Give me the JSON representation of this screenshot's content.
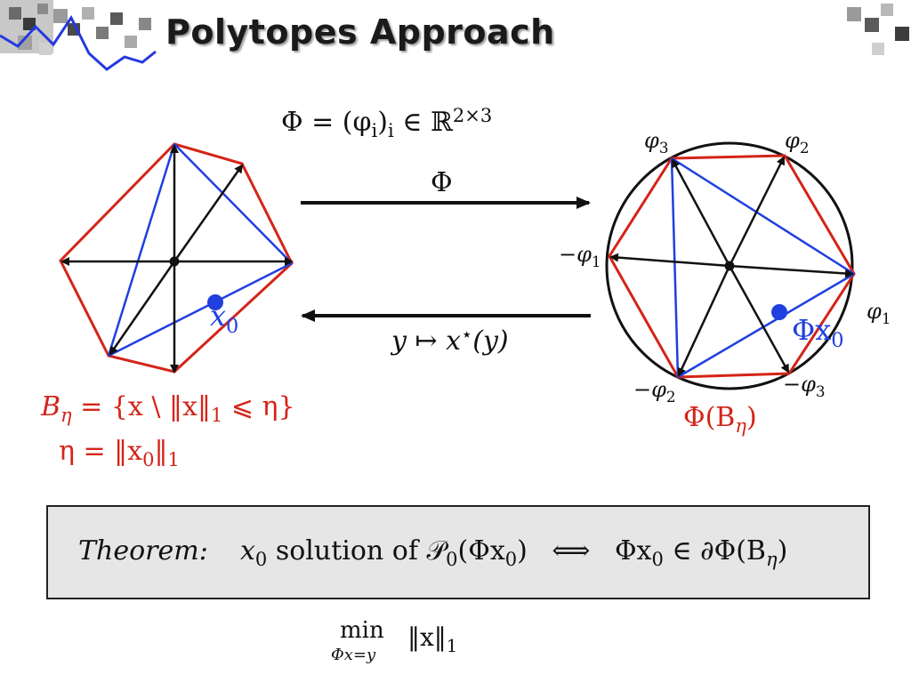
{
  "slide": {
    "title": "Polytopes Approach"
  },
  "labels": {
    "phi_definition": "Φ = (φ",
    "phi_def_sub_i": "i",
    "phi_def_mid": ")",
    "phi_def_sub_i2": "i",
    "phi_def_in": " ∈ ℝ",
    "phi_def_sup": "2×3",
    "arrow_forward": "Φ",
    "arrow_backward_a": "y ↦ x",
    "arrow_backward_star": "⋆",
    "arrow_backward_b": "(y)",
    "x0_main": "x",
    "x0_sub": "0",
    "ball_def_a": "B",
    "ball_def_sub": "η",
    "ball_def_b": " = {x \\ ‖x‖",
    "ball_def_sub1": "1",
    "ball_def_c": " ⩽ η}",
    "eta_def_a": "η = ‖x",
    "eta_def_sub0": "0",
    "eta_def_b": "‖",
    "eta_def_sub1": "1",
    "phi3": "φ",
    "phi3_sub": "3",
    "phi2": "φ",
    "phi2_sub": "2",
    "minus_phi1": "−φ",
    "minus_phi1_sub": "1",
    "phi1": "φ",
    "phi1_sub": "1",
    "phi_x0_a": "Φx",
    "phi_x0_sub": "0",
    "minus_phi2": "−φ",
    "minus_phi2_sub": "2",
    "minus_phi3": "−φ",
    "minus_phi3_sub": "3",
    "phi_ball_a": "Φ(B",
    "phi_ball_sub": "η",
    "phi_ball_b": ")"
  },
  "theorem": {
    "label": "Theorem:",
    "x0": "x",
    "x0_sub": "0",
    "solution_of": "solution of ",
    "p0": "𝒫",
    "p0_sub": "0",
    "p0_arg_a": "(Φx",
    "p0_arg_sub": "0",
    "p0_arg_b": ")",
    "iff": "⟺",
    "rhs_a": "Φx",
    "rhs_sub0": "0",
    "rhs_b": " ∈ ∂Φ(B",
    "rhs_sub_eta": "η",
    "rhs_c": ")"
  },
  "problem": {
    "min": "min",
    "constraint": "Φx=y",
    "objective_a": "‖x‖",
    "objective_sub": "1"
  },
  "colors": {
    "polytope_edge": "#d42418",
    "face_edge": "#1f3fe0",
    "axis": "#111111",
    "point": "#1f3fe0",
    "box_bg": "#e6e6e6"
  }
}
